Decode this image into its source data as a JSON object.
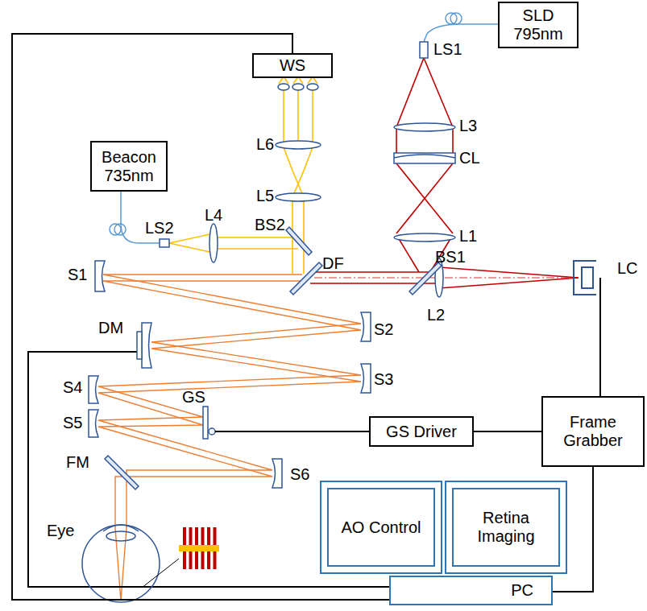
{
  "diagram": {
    "nodes": [
      {
        "text": [
          "SLD 795nm"
        ]
      },
      {
        "text": [
          "Beacon 735nm"
        ]
      },
      {
        "text": [
          "WS"
        ]
      },
      {
        "text": [
          "GS Driver"
        ]
      },
      {
        "text": [
          "Frame Grabber"
        ]
      },
      {
        "text": [
          "AO Control"
        ]
      },
      {
        "text": [
          "Retina Imaging"
        ]
      },
      {
        "text": [
          "PC"
        ]
      }
    ],
    "edges": [
      {
        "from": 2,
        "to": 7,
        "arrow": "none"
      },
      {
        "from": 3,
        "to": 4,
        "arrow": "none"
      },
      {
        "from": 4,
        "to": 7,
        "arrow": "none"
      }
    ],
    "labels": [
      "LS1",
      "L3",
      "CL",
      "L1",
      "BS1",
      "L2",
      "LC",
      "LS2",
      "L4",
      "BS2",
      "L6",
      "L5",
      "DF",
      "S1",
      "S2",
      "DM",
      "S3",
      "S4",
      "S5",
      "GS",
      "S6",
      "FM",
      "Eye"
    ]
  }
}
